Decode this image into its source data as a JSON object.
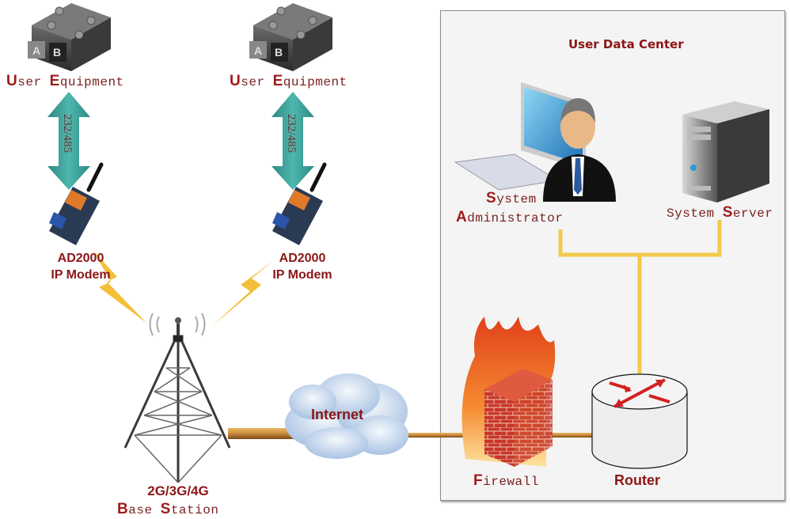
{
  "diagram": {
    "type": "network-topology",
    "colors": {
      "label_red": "#8c1616",
      "arrow_teal": "#3a9e96",
      "wire_gold": "#f2c94c",
      "wire_brown": "#c98a3c",
      "lightning": "#f2b824",
      "box_background": "#f4f4f4"
    },
    "data_center": {
      "title": "User Data Center"
    },
    "nodes": {
      "equipment_left": {
        "cap1": "U",
        "rest1": "ser ",
        "cap2": "E",
        "rest2": "quipment",
        "icon": "dip-switch-device-icon",
        "keys": [
          "A",
          "B"
        ]
      },
      "equipment_right": {
        "cap1": "U",
        "rest1": "ser ",
        "cap2": "E",
        "rest2": "quipment",
        "icon": "dip-switch-device-icon",
        "keys": [
          "A",
          "B"
        ]
      },
      "modem_left": {
        "line1": "AD2000",
        "line2": "IP Modem",
        "icon": "ip-modem-icon"
      },
      "modem_right": {
        "line1": "AD2000",
        "line2": "IP Modem",
        "icon": "ip-modem-icon"
      },
      "arrow_left": {
        "label": "232/485",
        "icon": "bidirectional-arrow-icon"
      },
      "arrow_right": {
        "label": "232/485",
        "icon": "bidirectional-arrow-icon"
      },
      "base_station": {
        "line1": "2G/3G/4G",
        "cap1": "B",
        "rest1": "ase ",
        "cap2": "S",
        "rest2": "tation",
        "icon": "cell-tower-icon"
      },
      "internet": {
        "label": "Internet",
        "icon": "cloud-icon"
      },
      "firewall": {
        "cap1": "F",
        "rest1": "irewall",
        "icon": "firewall-icon"
      },
      "router": {
        "label": "Router",
        "icon": "router-icon"
      },
      "admin": {
        "cap1": "S",
        "rest1": "ystem",
        "cap2": "A",
        "rest2": "dministrator",
        "icon": "administrator-computer-icon"
      },
      "server": {
        "cap1": "S",
        "rest1": "ystem ",
        "cap2": "S",
        "rest2": "erver",
        "icon": "server-tower-icon"
      }
    }
  }
}
